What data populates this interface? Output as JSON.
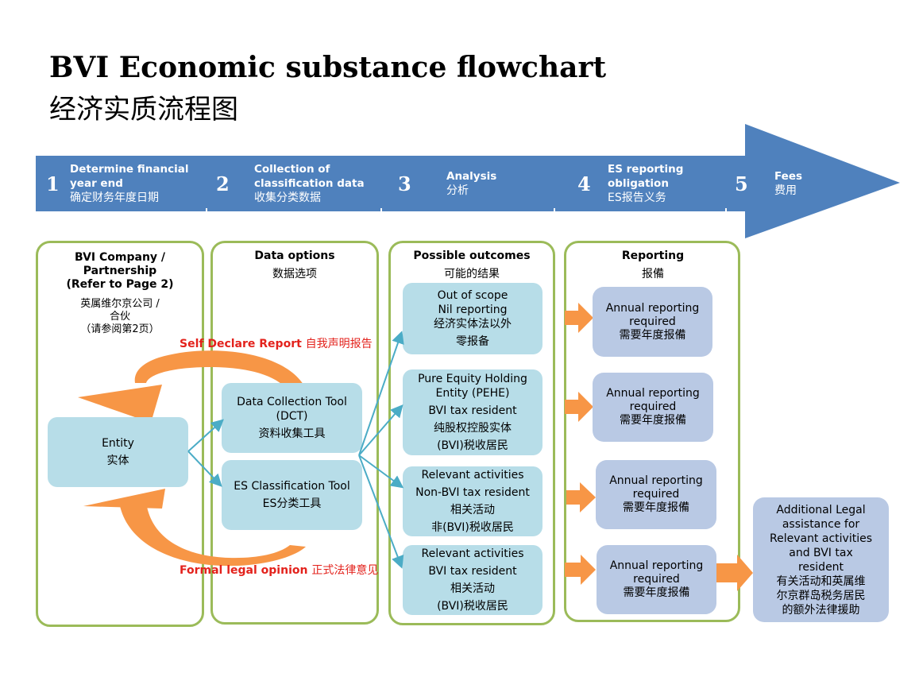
{
  "title": {
    "en": "BVI Economic substance flowchart",
    "zh": "经济实质流程图"
  },
  "stages": [
    {
      "num": "1",
      "en1": "Determine financial",
      "en2": "year end",
      "zh": "确定财务年度日期"
    },
    {
      "num": "2",
      "en1": "Collection of",
      "en2": "classification data",
      "zh": "收集分类数据"
    },
    {
      "num": "3",
      "en1": "Analysis",
      "en2": "",
      "zh": "分析"
    },
    {
      "num": "4",
      "en1": "ES reporting",
      "en2": "obligation",
      "zh": "ES报告义务"
    },
    {
      "num": "5",
      "en1": "Fees",
      "en2": "",
      "zh": "费用"
    }
  ],
  "col1": {
    "head1": "BVI Company /",
    "head2": "Partnership",
    "head3": "(Refer to Page 2)",
    "zh1": "英属维尔京公司 /",
    "zh2": "合伙",
    "zh3": "（请参阅第2页）",
    "entity_en": "Entity",
    "entity_zh": "实体"
  },
  "self_declare": {
    "en": "Self Declare Report",
    "zh": "自我声明报告"
  },
  "formal_opinion": {
    "en": "Formal legal opinion",
    "zh": "正式法律意见"
  },
  "col2": {
    "head_en": "Data options",
    "head_zh": "数据选项",
    "dct_en1": "Data Collection Tool",
    "dct_en2": "(DCT)",
    "dct_zh": "资料收集工具",
    "esct_en": "ES Classification Tool",
    "esct_zh": "ES分类工具"
  },
  "col3": {
    "head_en": "Possible outcomes",
    "head_zh": "可能的结果",
    "outcomes": [
      {
        "l1": "Out of scope",
        "l2": "Nil reporting",
        "l3": "经济实体法以外",
        "l4": "零报备"
      },
      {
        "l1": "Pure Equity Holding",
        "l2": "Entity (PEHE)",
        "l3": "BVI tax resident",
        "l4": "纯股权控股实体",
        "l5": "(BVI)税收居民"
      },
      {
        "l1": "Relevant activities",
        "l2": "Non-BVI tax resident",
        "l3": "相关活动",
        "l4": "非(BVI)税收居民"
      },
      {
        "l1": "Relevant activities",
        "l2": "BVI tax resident",
        "l3": "相关活动",
        "l4": "(BVI)税收居民"
      }
    ]
  },
  "col4": {
    "head_en": "Reporting",
    "head_zh": "报備",
    "items": [
      {
        "l1": "Annual reporting",
        "l2": "required",
        "l3": "需要年度报備"
      },
      {
        "l1": "Annual reporting",
        "l2": "required",
        "l3": "需要年度报備"
      },
      {
        "l1": "Annual reporting",
        "l2": "required",
        "l3": "需要年度报備"
      },
      {
        "l1": "Annual reporting",
        "l2": "required",
        "l3": "需要年度报備"
      }
    ]
  },
  "fees": {
    "l1": "Additional Legal",
    "l2": "assistance for",
    "l3": "Relevant activities",
    "l4": "and BVI tax",
    "l5": "resident",
    "z1": "有关活动和英属维",
    "z2": "尔京群岛税务居民",
    "z3": "的额外法律援助"
  },
  "colors": {
    "banner": "#4f81bd",
    "column_border": "#9bbb59",
    "outcome_box": "#b7dde8",
    "report_box": "#b9c9e4",
    "orange_arrow": "#f79646",
    "connector": "#4bacc6",
    "red_text": "#e3221c"
  }
}
